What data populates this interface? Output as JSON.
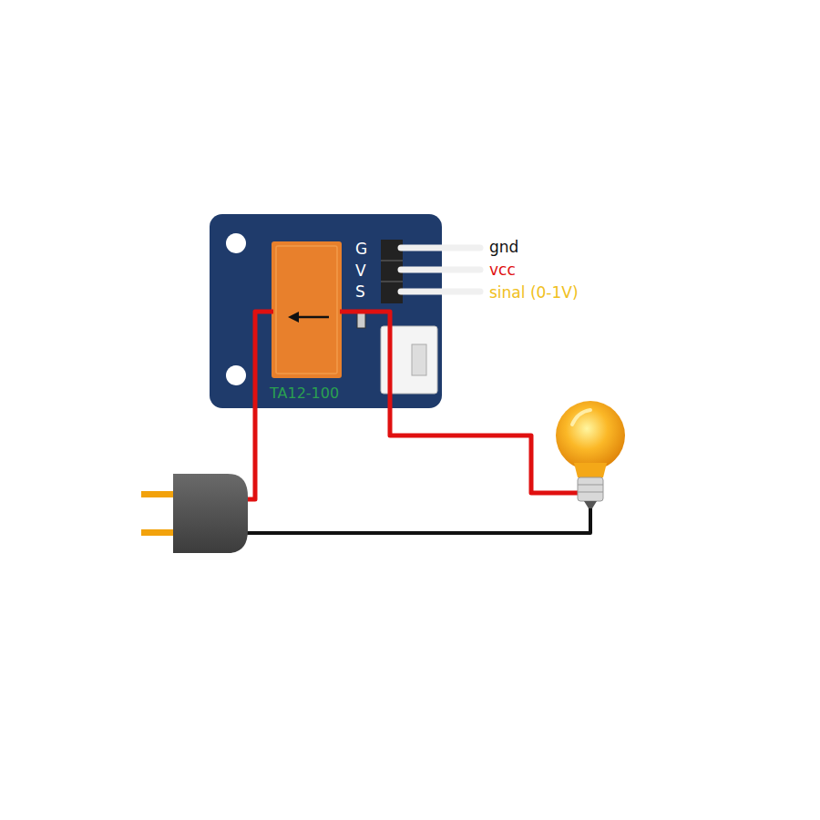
{
  "diagram": {
    "nodes": [
      {
        "text": [
          "TA12-100"
        ]
      }
    ],
    "labels": [
      "G",
      "V",
      "S",
      "gnd",
      "vcc",
      "sinal (0-1V)"
    ]
  }
}
